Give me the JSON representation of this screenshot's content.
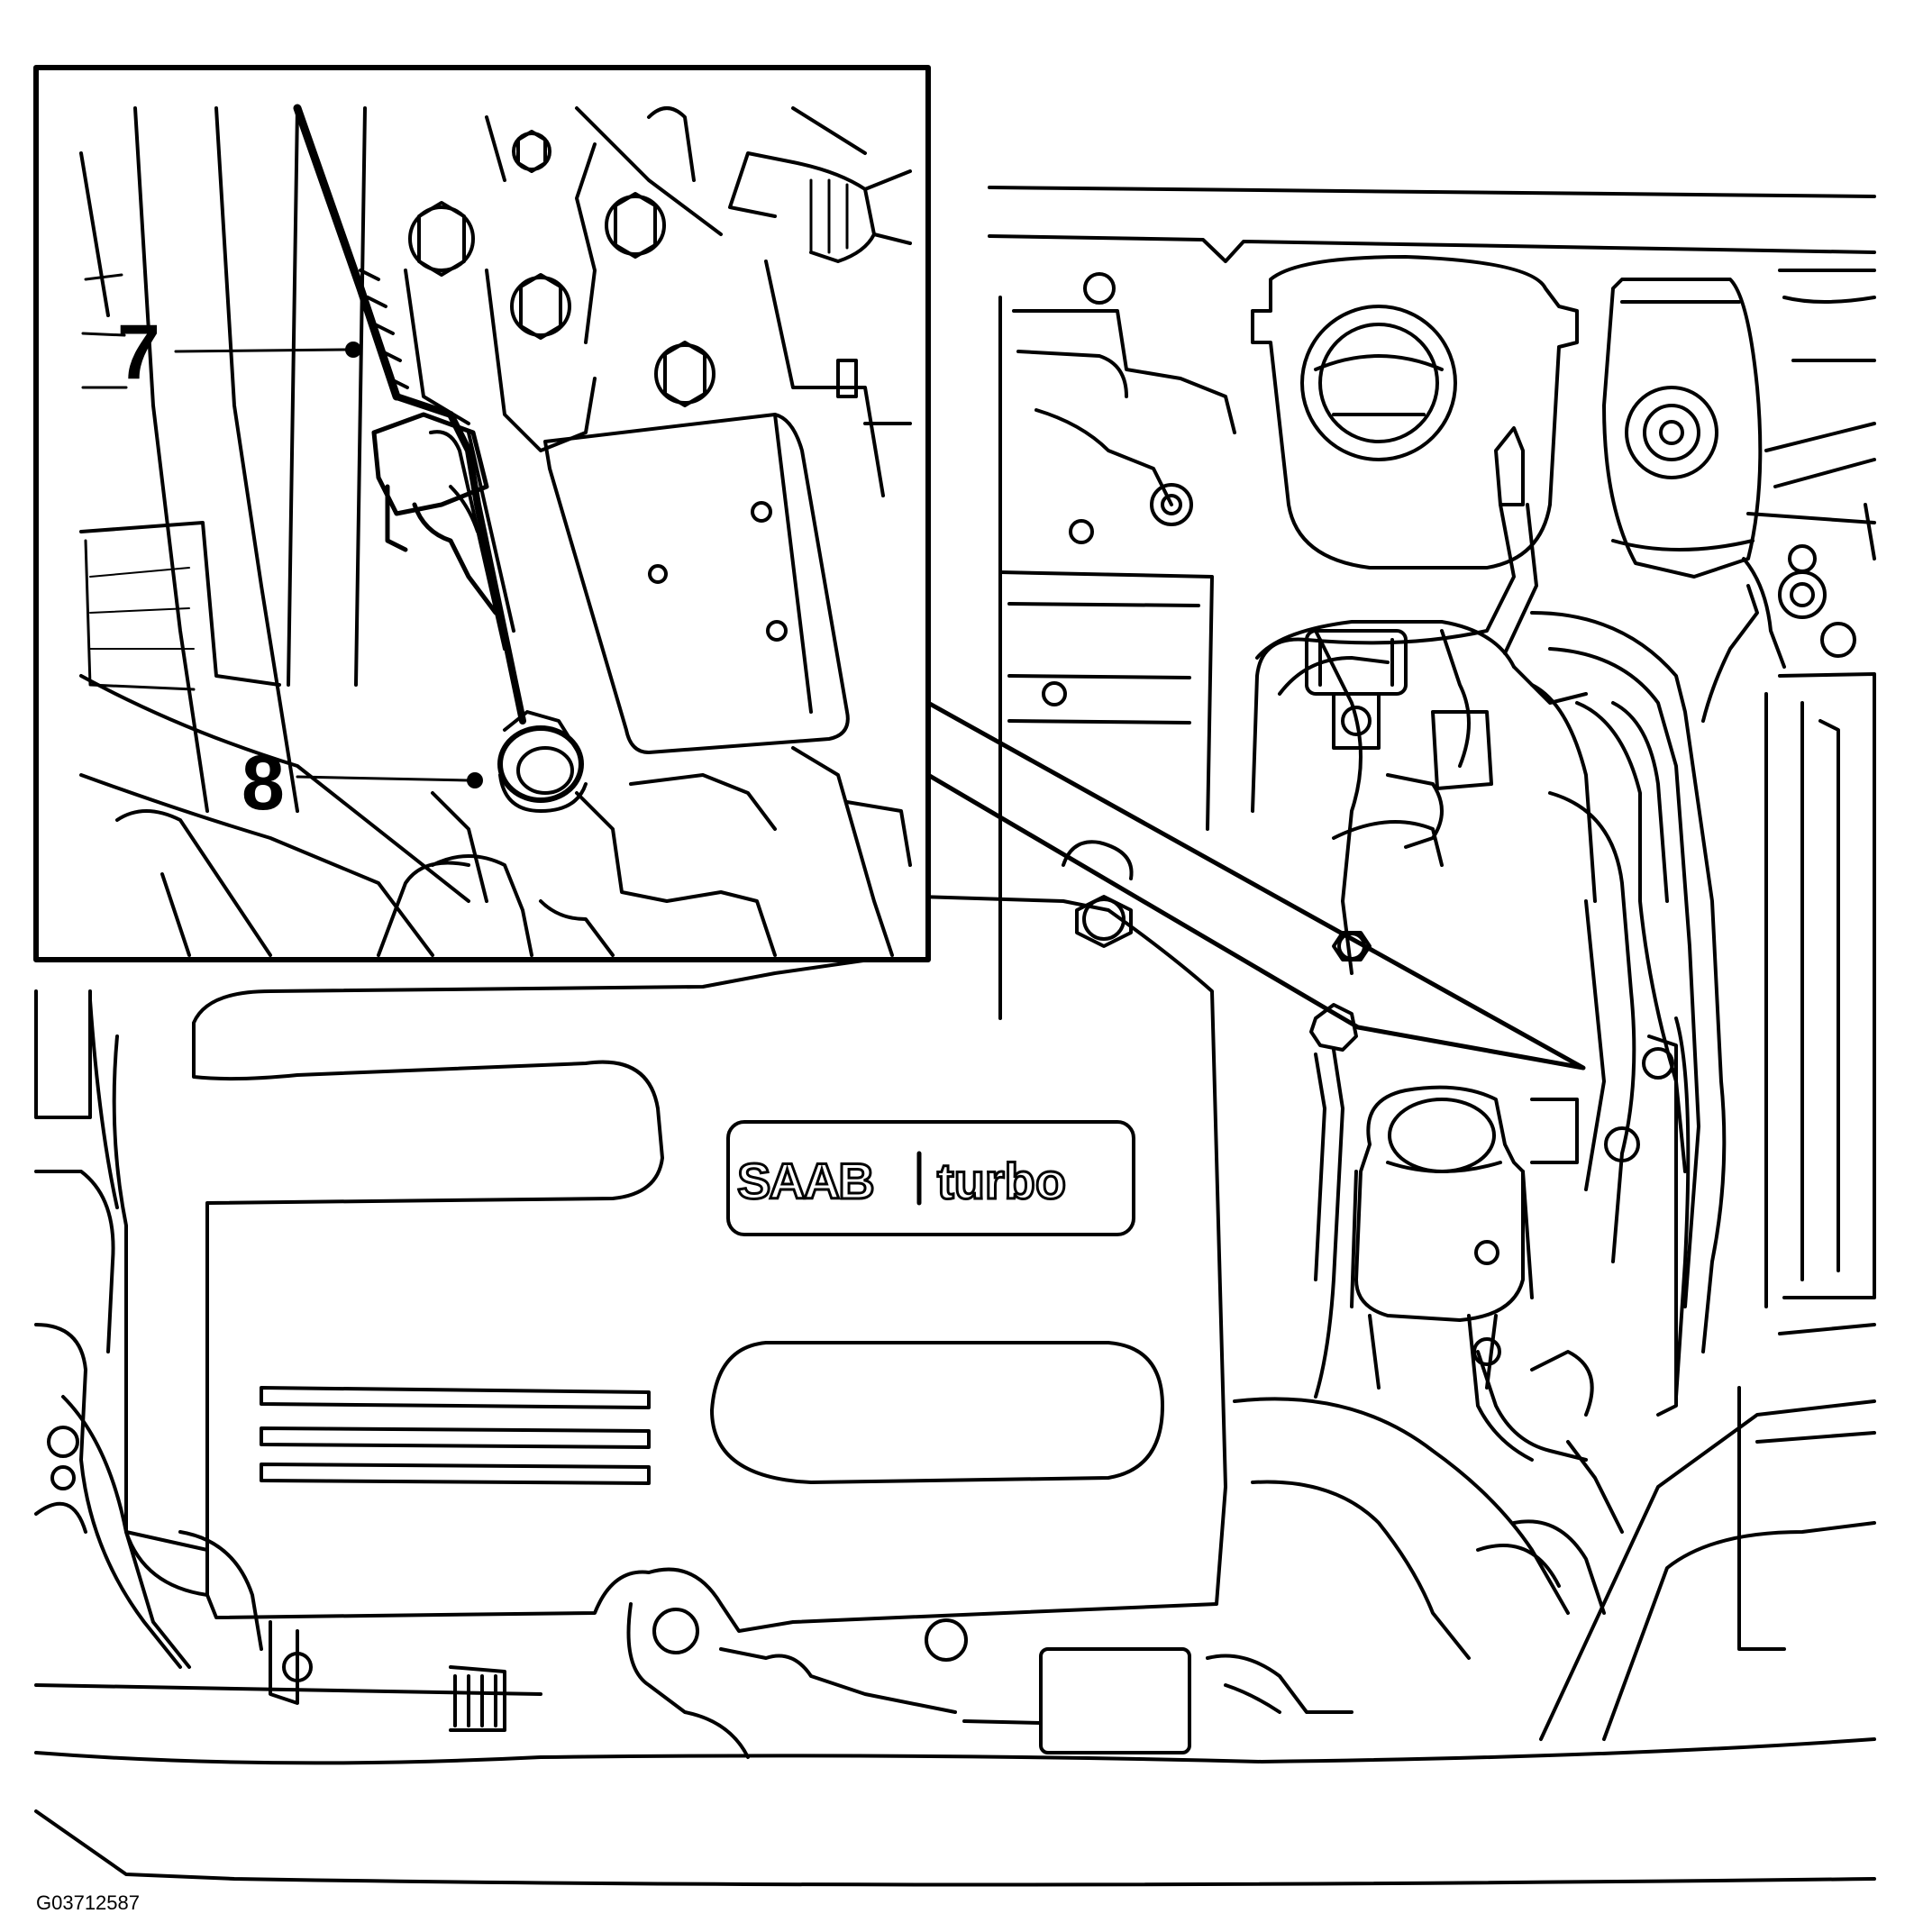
{
  "diagram": {
    "callouts": [
      {
        "id": "7",
        "label": "7"
      },
      {
        "id": "8",
        "label": "8"
      }
    ],
    "cover_logo": {
      "brand": "SAAB",
      "model": "turbo"
    },
    "figure_id": "G03712587",
    "colors": {
      "line": "#000000",
      "background": "#ffffff"
    }
  }
}
